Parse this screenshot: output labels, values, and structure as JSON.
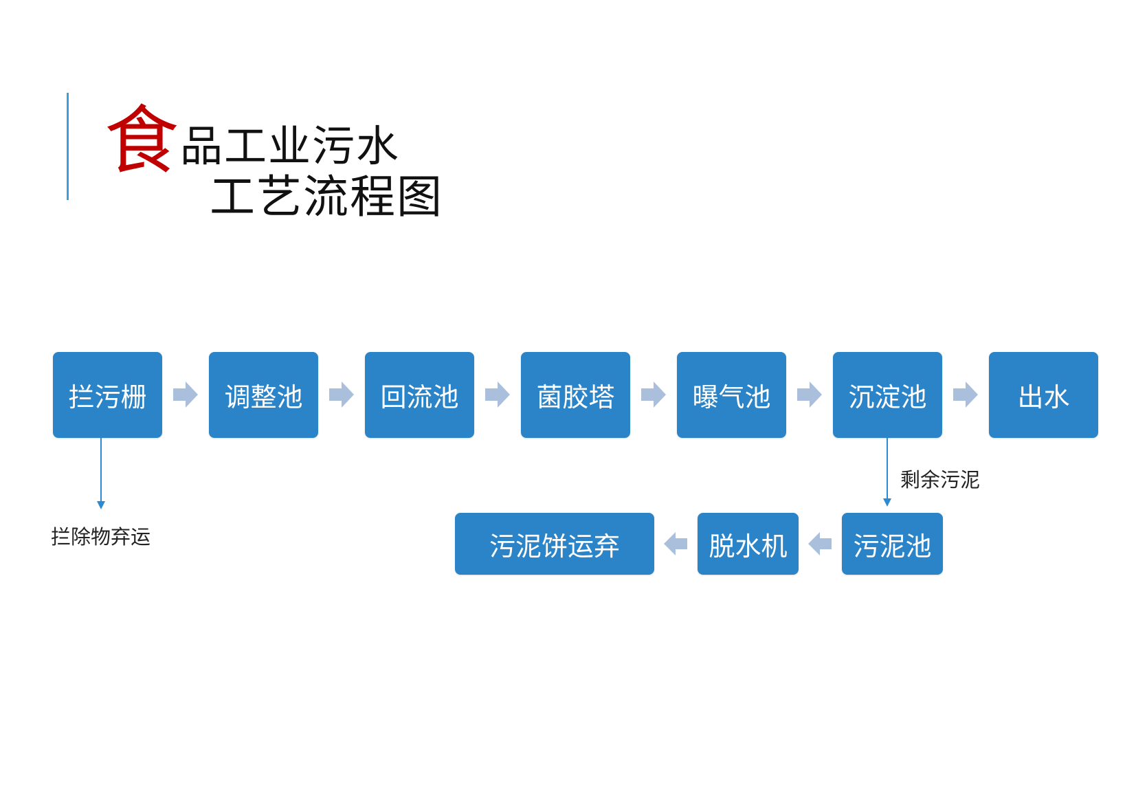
{
  "title": {
    "first_char": "食",
    "line1_rest": "品工业污水",
    "line2": "工艺流程图"
  },
  "colors": {
    "node_fill": "#2b84c7",
    "arrow_fill": "#a9bfdc",
    "connector": "#2e8ad0",
    "title_accent": "#c00000",
    "title_bar": "#3aa0d8"
  },
  "main_flow": [
    {
      "label": "拦污栅"
    },
    {
      "label": "调整池"
    },
    {
      "label": "回流池"
    },
    {
      "label": "菌胶塔"
    },
    {
      "label": "曝气池"
    },
    {
      "label": "沉淀池"
    },
    {
      "label": "出水"
    }
  ],
  "sludge_flow": [
    {
      "label": "污泥池"
    },
    {
      "label": "脱水机"
    },
    {
      "label": "污泥饼运弃"
    }
  ],
  "annotations": {
    "screen_waste": "拦除物弃运",
    "excess_sludge": "剩余污泥"
  }
}
